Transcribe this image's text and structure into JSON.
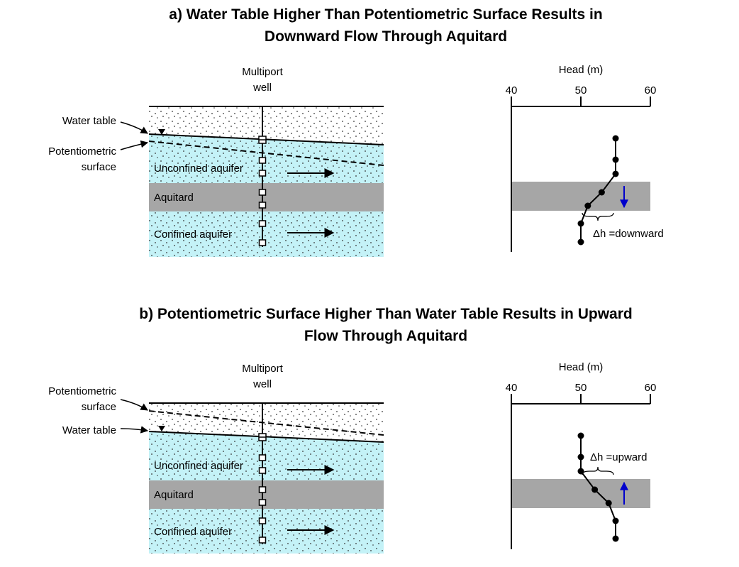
{
  "panels": [
    {
      "title_line1": "a) Water Table Higher Than Potentiometric Surface Results in",
      "title_line2": "Downward Flow Through Aquitard",
      "well_label_line1": "Multiport",
      "well_label_line2": "well",
      "side_labels": {
        "water_table": "Water table",
        "potentiometric_line1": "Potentiometric",
        "potentiometric_line2": "surface"
      },
      "layers": {
        "unconfined": "Unconfined aquifer",
        "aquitard": "Aquitard",
        "confined": "Confined aquifer"
      },
      "head_axis": {
        "title": "Head (m)",
        "ticks": [
          40,
          50,
          60
        ],
        "range": [
          40,
          60
        ]
      },
      "head_profile": [
        55,
        55,
        55,
        53,
        51,
        50,
        50
      ],
      "delta_h_label": "Δh =downward",
      "flow_arrow": "down",
      "aquitard_color": "#a6a6a6"
    },
    {
      "title_line1": "b) Potentiometric Surface Higher Than Water Table Results in Upward",
      "title_line2": "Flow Through Aquitard",
      "well_label_line1": "Multiport",
      "well_label_line2": "well",
      "side_labels": {
        "water_table": "Water table",
        "potentiometric_line1": "Potentiometric",
        "potentiometric_line2": "surface"
      },
      "layers": {
        "unconfined": "Unconfined aquifer",
        "aquitard": "Aquitard",
        "confined": "Confined aquifer"
      },
      "head_axis": {
        "title": "Head (m)",
        "ticks": [
          40,
          50,
          60
        ],
        "range": [
          40,
          60
        ]
      },
      "head_profile": [
        50,
        50,
        50,
        52,
        54,
        55,
        55
      ],
      "delta_h_label": "Δh =upward",
      "flow_arrow": "up",
      "aquitard_color": "#a6a6a6"
    }
  ],
  "colors": {
    "water": "#c4f2f7",
    "aquitard": "#a6a6a6",
    "flow_arrow": "#0000cc"
  }
}
